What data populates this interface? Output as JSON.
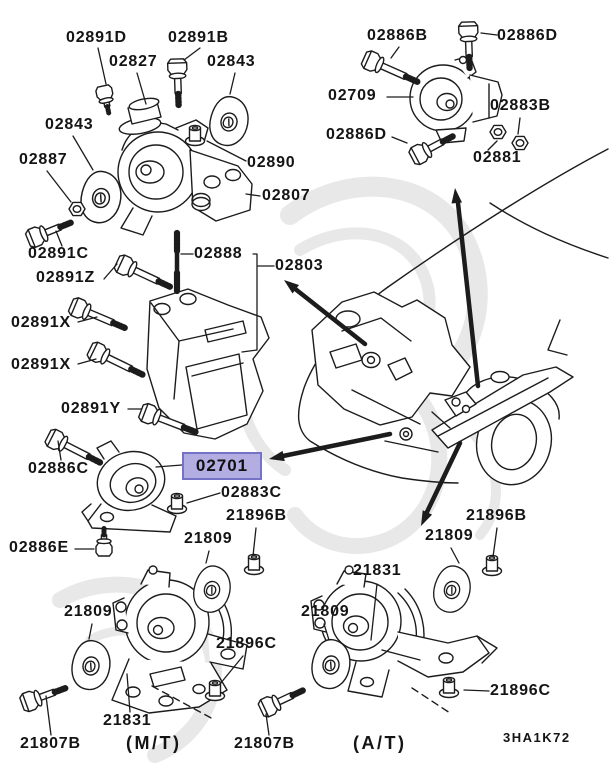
{
  "labels": {
    "p02891d": "02891D",
    "p02891b": "02891B",
    "p02827": "02827",
    "p02843a": "02843",
    "p02843b": "02843",
    "p02887": "02887",
    "p02890": "02890",
    "p02807": "02807",
    "p02891c": "02891C",
    "p02891z": "02891Z",
    "p02888": "02888",
    "p02803": "02803",
    "p02891x1": "02891X",
    "p02891x2": "02891X",
    "p02891y": "02891Y",
    "p02886c": "02886C",
    "p02701": "02701",
    "p02883c": "02883C",
    "p21896b_l": "21896B",
    "p21809_lm": "21809",
    "p02886e": "02886E",
    "p21809_ll": "21809",
    "p21896c_l": "21896C",
    "p21831_l": "21831",
    "p21807b_l": "21807B",
    "p21807b_r": "21807B",
    "p02886b": "02886B",
    "p02886d_t": "02886D",
    "p02709": "02709",
    "p02883b": "02883B",
    "p02886d_b": "02886D",
    "p02881": "02881",
    "p21896b_r": "21896B",
    "p21809_rt": "21809",
    "p21831_r": "21831",
    "p21809_rl": "21809",
    "p21896c_r": "21896C"
  },
  "variants": {
    "manual": "(M/T)",
    "automatic": "(A/T)"
  },
  "sheet_code": "3HA1K72",
  "highlighted_part": "02701",
  "colors": {
    "highlight_bg": "#b2aee2",
    "highlight_border": "#7672c8",
    "line": "#1c1c1c",
    "watermark": "#e8e8e8",
    "background": "#ffffff"
  }
}
